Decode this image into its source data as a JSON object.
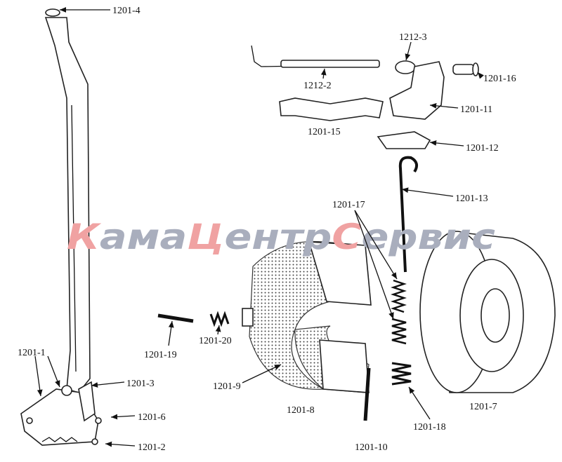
{
  "diagram": {
    "part_labels": [
      "1201-4",
      "1212-3",
      "1212-2",
      "1201-16",
      "1201-11",
      "1201-15",
      "1201-12",
      "1201-13",
      "1201-17",
      "1201-19",
      "1201-20",
      "1201-9",
      "1201-8",
      "1201-7",
      "1201-1",
      "1201-3",
      "1201-6",
      "1201-2",
      "1201-10",
      "1201-18"
    ]
  },
  "watermark": {
    "parts": [
      "К",
      "ама",
      "Ц",
      "ентр",
      "С",
      "ервис"
    ],
    "accent_color": "#f0a2a2",
    "base_color": "#a9aebd"
  }
}
